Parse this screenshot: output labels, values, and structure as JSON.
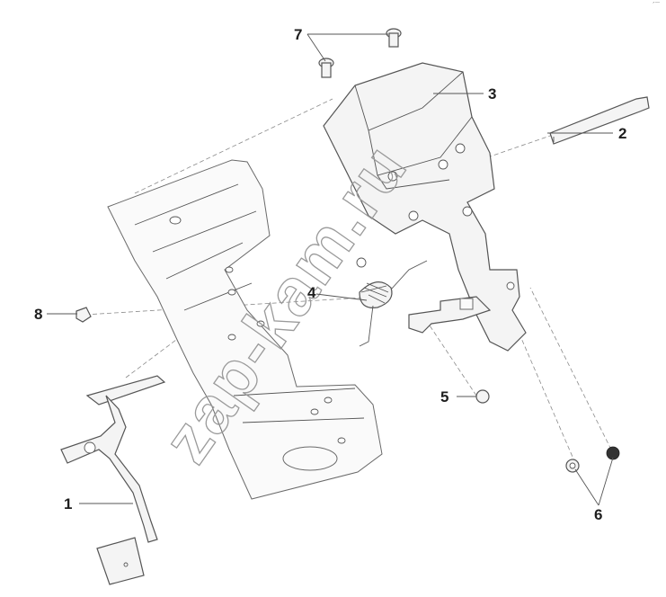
{
  "diagram": {
    "corner_mark": "´¯",
    "watermark": "zap-kam.ru",
    "callouts": [
      {
        "id": "1",
        "label": "1"
      },
      {
        "id": "2",
        "label": "2"
      },
      {
        "id": "3",
        "label": "3"
      },
      {
        "id": "4",
        "label": "4"
      },
      {
        "id": "5",
        "label": "5"
      },
      {
        "id": "6",
        "label": "6"
      },
      {
        "id": "7",
        "label": "7"
      },
      {
        "id": "8",
        "label": "8"
      }
    ]
  }
}
